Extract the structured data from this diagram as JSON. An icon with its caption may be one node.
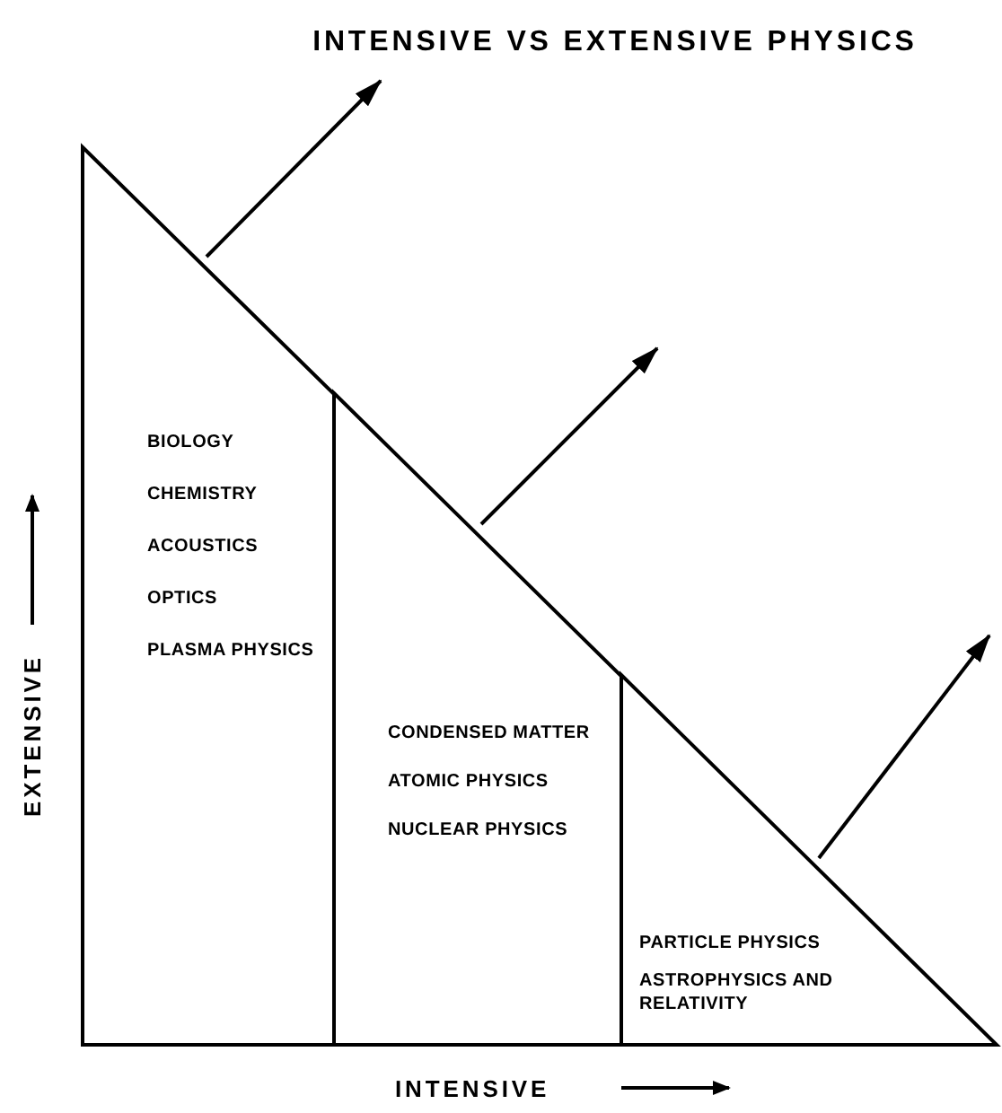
{
  "diagram": {
    "title": "INTENSIVE VS EXTENSIVE PHYSICS",
    "nodes": [
      {
        "text": [
          "BIOLOGY",
          "CHEMISTRY",
          "ACOUSTICS",
          "OPTICS",
          "PLASMA PHYSICS"
        ]
      },
      {
        "text": [
          "CONDENSED MATTER",
          "ATOMIC PHYSICS",
          "NUCLEAR PHYSICS"
        ]
      },
      {
        "text": [
          "PARTICLE PHYSICS",
          "ASTROPHYSICS AND RELATIVITY"
        ]
      }
    ],
    "edges": [],
    "labels": [
      "EXTENSIVE",
      "INTENSIVE"
    ]
  }
}
